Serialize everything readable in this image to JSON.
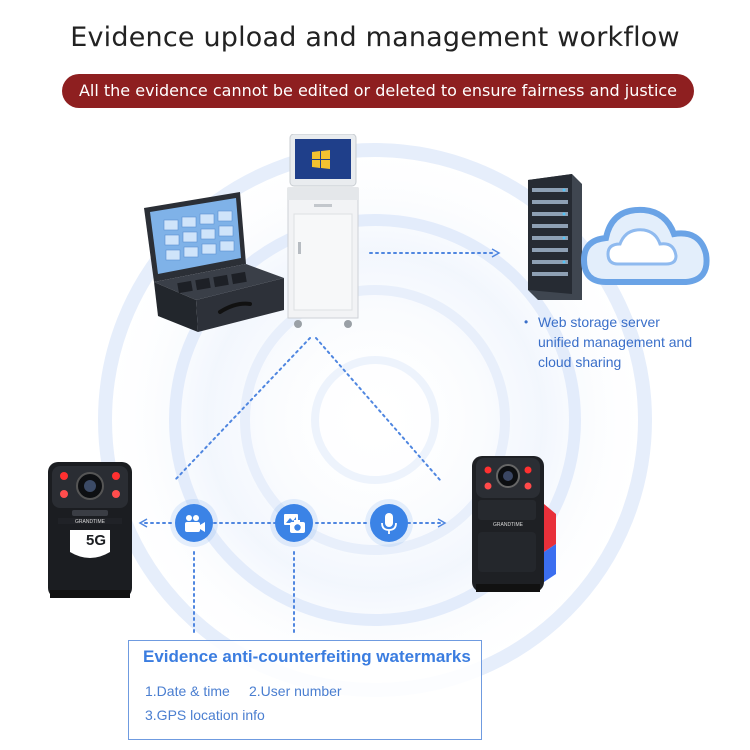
{
  "header": {
    "title": "Evidence upload and management workflow",
    "banner": "All the evidence cannot be edited or deleted to ensure fairness and justice"
  },
  "server": {
    "caption_lines": [
      "Web storage server",
      "unified management and",
      "cloud sharing"
    ]
  },
  "devices": {
    "left_camera_badge": "5G",
    "left_camera_brand": "GRANDTIME",
    "right_camera_brand": "GRANDTIME"
  },
  "media_icons": [
    "video-camera-icon",
    "photo-camera-icon",
    "microphone-icon"
  ],
  "watermarks": {
    "title": "Evidence anti-counterfeiting watermarks",
    "items": [
      "1.Date & time",
      "2.User number",
      "3.GPS location info"
    ]
  },
  "colors": {
    "banner": "#8e1f20",
    "accent_blue": "#3b83e6",
    "caption_blue": "#3a6fc9"
  }
}
